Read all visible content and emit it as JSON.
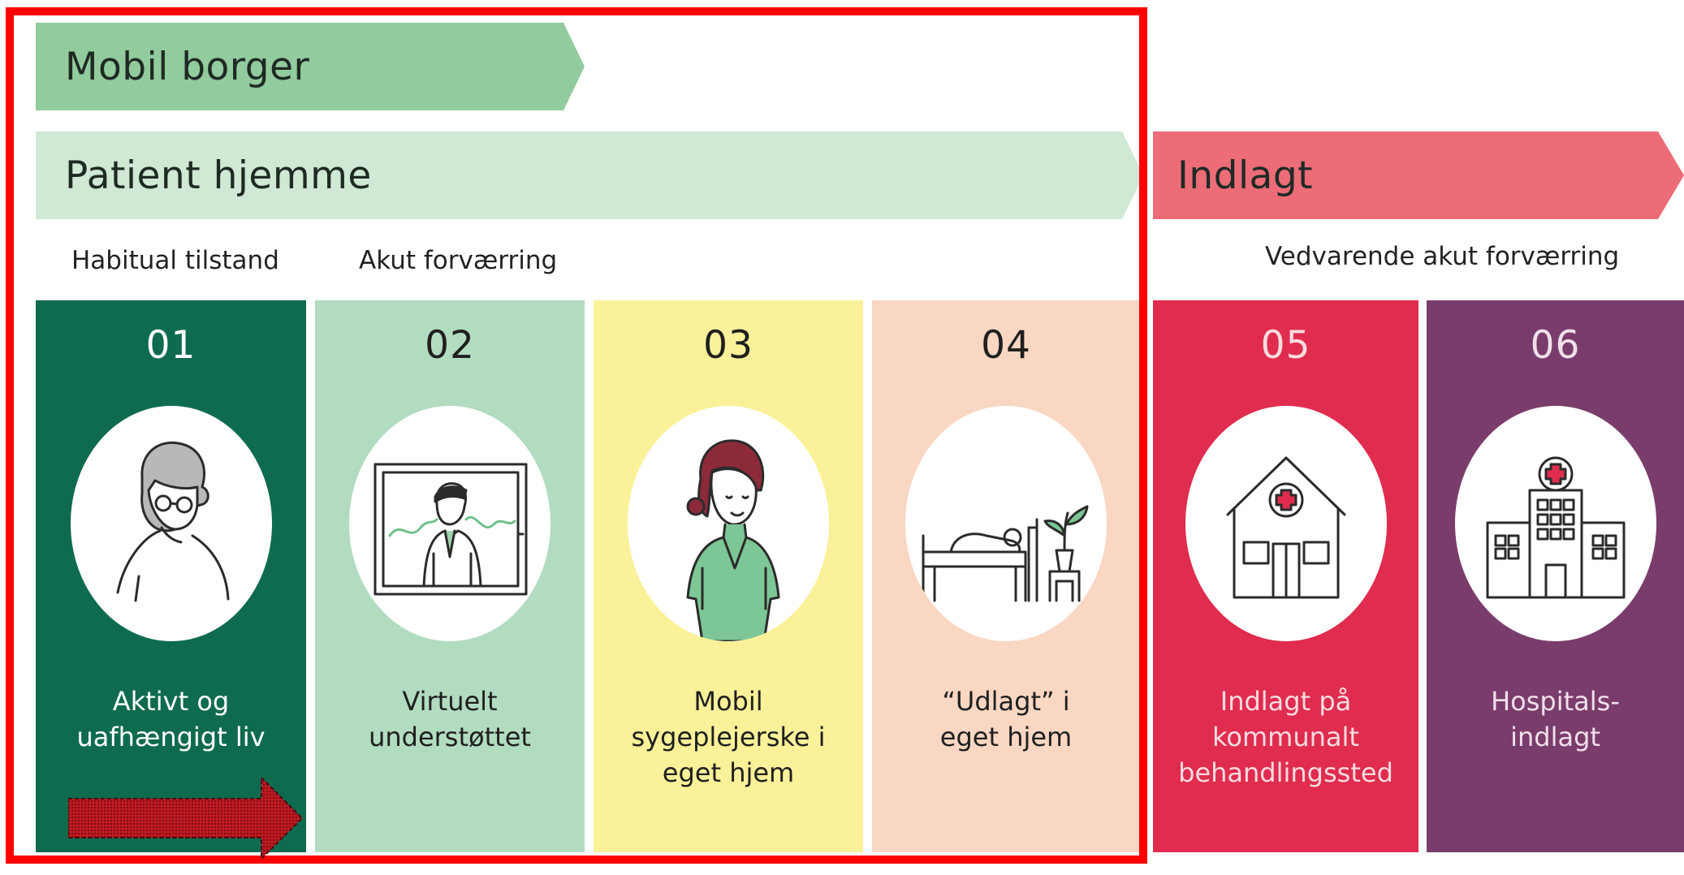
{
  "banners": {
    "mobil_borger": "Mobil borger",
    "patient_hjemme": "Patient hjemme",
    "indlagt": "Indlagt"
  },
  "sublabels": {
    "habitual": "Habitual tilstand",
    "akut": "Akut forværring",
    "vedvarende": "Vedvarende akut forværring"
  },
  "cards": [
    {
      "num": "01",
      "caption": "Aktivt og\nuafhængigt liv",
      "icon": "elderly-person-icon",
      "bg": "#0f6b4f",
      "text_color": "#ffffff"
    },
    {
      "num": "02",
      "caption": "Virtuelt\nunderstøttet",
      "icon": "video-consultation-icon",
      "bg": "#b2dcc0",
      "text_color": "#1f2a24"
    },
    {
      "num": "03",
      "caption": "Mobil\nsygeplejerske i\neget hjem",
      "icon": "nurse-icon",
      "bg": "#faf199",
      "text_color": "#1f2a24"
    },
    {
      "num": "04",
      "caption": "“Udlagt” i\neget hjem",
      "icon": "bed-with-plant-icon",
      "bg": "#f9d7c3",
      "text_color": "#1f2a24"
    },
    {
      "num": "05",
      "caption": "Indlagt på\nkommunalt\nbehandlingssted",
      "icon": "house-clinic-icon",
      "bg": "#e02c4e",
      "text_color": "#f8dbe0"
    },
    {
      "num": "06",
      "caption": "Hospitals-\nindlagt",
      "icon": "hospital-building-icon",
      "bg": "#7a3d6b",
      "text_color": "#f1dfec"
    }
  ],
  "colors": {
    "mobil_borger_banner": "#92cb9d",
    "patient_hjemme_banner": "#cfe9d4",
    "indlagt_banner": "#ec6c77",
    "highlight_frame": "#ff0000",
    "arrow": "#b0121c"
  }
}
